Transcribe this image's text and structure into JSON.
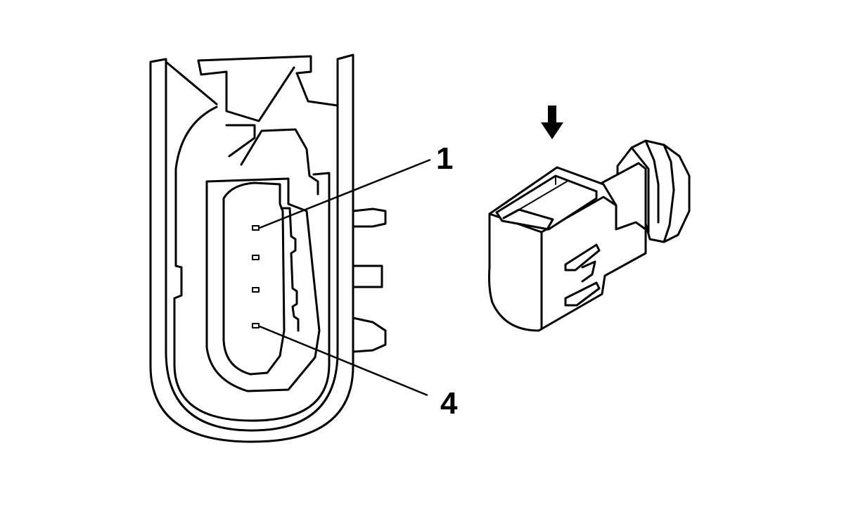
{
  "callouts": {
    "pin_first": "1",
    "pin_last": "4"
  },
  "pin_count": 4,
  "colors": {
    "line": "#000000",
    "background": "#ffffff"
  },
  "icons": {
    "direction": "arrow-down-icon"
  }
}
